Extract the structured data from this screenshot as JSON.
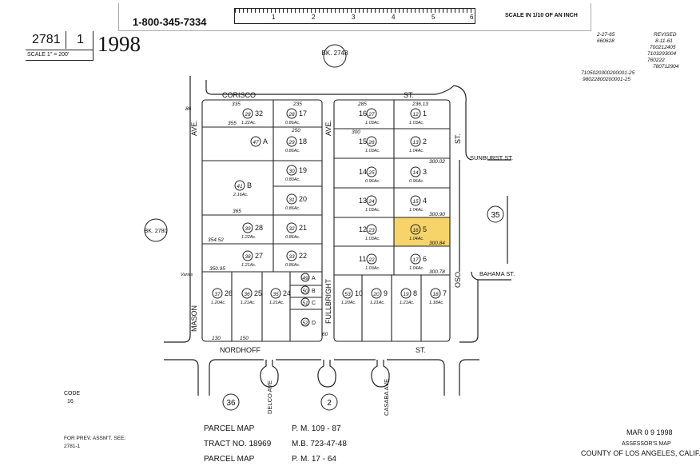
{
  "header": {
    "phone": "1-800-345-7334",
    "ruler_ticks": [
      "1",
      "2",
      "3",
      "4",
      "5",
      "6"
    ],
    "scale_note": "SCALE IN 1/10 OF AN INCH"
  },
  "map_id": {
    "book": "2781",
    "page": "1",
    "year": "1998",
    "scale": "SCALE 1\" = 200'"
  },
  "revisions": {
    "label": "REVISED",
    "lines": [
      "2-27-65",
      "660628",
      "8-11-61",
      "700212405",
      "7103293004",
      "760222",
      "780712904",
      "7105020300200001-25",
      "98022800200001-25"
    ]
  },
  "adjacent_books": {
    "north": "BK. 2748",
    "west": "BK. 2780"
  },
  "streets": {
    "corisco": "CORISCO",
    "corisco_st": "ST.",
    "mason": "MASON",
    "mason_ave": "AVE.",
    "fullbright": "FULLBRIGHT",
    "fullbright_ave": "AVE.",
    "oso": "OSO",
    "oso_st": "ST.",
    "sunburst": "SUNBURST ST.",
    "bahama": "BAHAMA ST.",
    "nordhoff": "NORDHOFF",
    "nordhoff_st": "ST.",
    "delco": "DELCO AVE",
    "casaba": "CASABA AVE"
  },
  "parcels": [
    {
      "lot": "32",
      "pcl": "28",
      "area": "1.22Ac."
    },
    {
      "lot": "17",
      "pcl": "28",
      "area": "0.86Ac."
    },
    {
      "lot": "A",
      "pcl": "47",
      "area": ""
    },
    {
      "lot": "18",
      "pcl": "29",
      "area": "0.86Ac."
    },
    {
      "lot": "B",
      "pcl": "41",
      "area": "2.16Ac."
    },
    {
      "lot": "19",
      "pcl": "30",
      "area": "0.80Ac."
    },
    {
      "lot": "20",
      "pcl": "31",
      "area": "0.86Ac."
    },
    {
      "lot": "28",
      "pcl": "39",
      "area": "1.22Ac."
    },
    {
      "lot": "21",
      "pcl": "32",
      "area": "0.86Ac."
    },
    {
      "lot": "27",
      "pcl": "38",
      "area": "1.21Ac."
    },
    {
      "lot": "22",
      "pcl": "33",
      "area": "0.86Ac."
    },
    {
      "lot": "26",
      "pcl": "37",
      "area": "1.20Ac."
    },
    {
      "lot": "25",
      "pcl": "36",
      "area": "1.21Ac."
    },
    {
      "lot": "24",
      "pcl": "35",
      "area": "1.21Ac."
    },
    {
      "lot": "A",
      "pcl": "49",
      "area": ""
    },
    {
      "lot": "B",
      "pcl": "50",
      "area": ""
    },
    {
      "lot": "C",
      "pcl": "51",
      "area": ""
    },
    {
      "lot": "D",
      "pcl": "52",
      "area": ""
    },
    {
      "lot": "16",
      "pcl": "27",
      "area": "1.03Ac."
    },
    {
      "lot": "1",
      "pcl": "12",
      "area": "1.03Ac."
    },
    {
      "lot": "15",
      "pcl": "26",
      "area": "1.03Ac."
    },
    {
      "lot": "2",
      "pcl": "13",
      "area": "1.04Ac."
    },
    {
      "lot": "14",
      "pcl": "25",
      "area": "0.96Ac."
    },
    {
      "lot": "3",
      "pcl": "14",
      "area": "0.96Ac."
    },
    {
      "lot": "13",
      "pcl": "24",
      "area": "1.03Ac."
    },
    {
      "lot": "4",
      "pcl": "15",
      "area": "1.04Ac."
    },
    {
      "lot": "12",
      "pcl": "23",
      "area": "1.03Ac."
    },
    {
      "lot": "5",
      "pcl": "16",
      "area": "1.04Ac."
    },
    {
      "lot": "11",
      "pcl": "22",
      "area": "1.03Ac."
    },
    {
      "lot": "6",
      "pcl": "17",
      "area": "1.04Ac."
    },
    {
      "lot": "10",
      "pcl": "53",
      "area": "1.20Ac."
    },
    {
      "lot": "9",
      "pcl": "20",
      "area": "1.21Ac."
    },
    {
      "lot": "8",
      "pcl": "19",
      "area": "1.21Ac."
    },
    {
      "lot": "7",
      "pcl": "18",
      "area": "1.18Ac."
    }
  ],
  "dimensions": {
    "top_w1": "335",
    "top_w2": "235",
    "top_e1": "285",
    "top_e2": "236.13",
    "w_inner": "355",
    "w_250": "250",
    "w_365": "365",
    "w_bottom": "350.95",
    "w_35452": "354.52",
    "e_300": "300",
    "e_30002": "300.02",
    "e_30090": "300.90",
    "e_30084": "300.84",
    "e_30078": "300.78",
    "row_150": "150",
    "bottom_130": "130",
    "width_60": "60",
    "width_86": "86",
    "varies": "Varies"
  },
  "highlight_color": "#f7d46a",
  "adjacent_pages": {
    "east": "35",
    "south_west": "36",
    "south": "2"
  },
  "footer": {
    "code_label": "CODE",
    "code_value": "16",
    "prev_label": "FOR PREV. ASSM'T. SEE:",
    "prev_value": "2781-1",
    "refs": [
      {
        "label": "PARCEL MAP",
        "ref": "P. M. 109 - 87"
      },
      {
        "label": "TRACT NO. 18969",
        "ref": "M.B. 723-47-48"
      },
      {
        "label": "PARCEL MAP",
        "ref": "P. M. 17 - 64"
      }
    ],
    "date": "MAR 0 9 1998",
    "assessor": "ASSESSOR'S MAP",
    "county": "COUNTY OF LOS ANGELES, CALIF."
  }
}
